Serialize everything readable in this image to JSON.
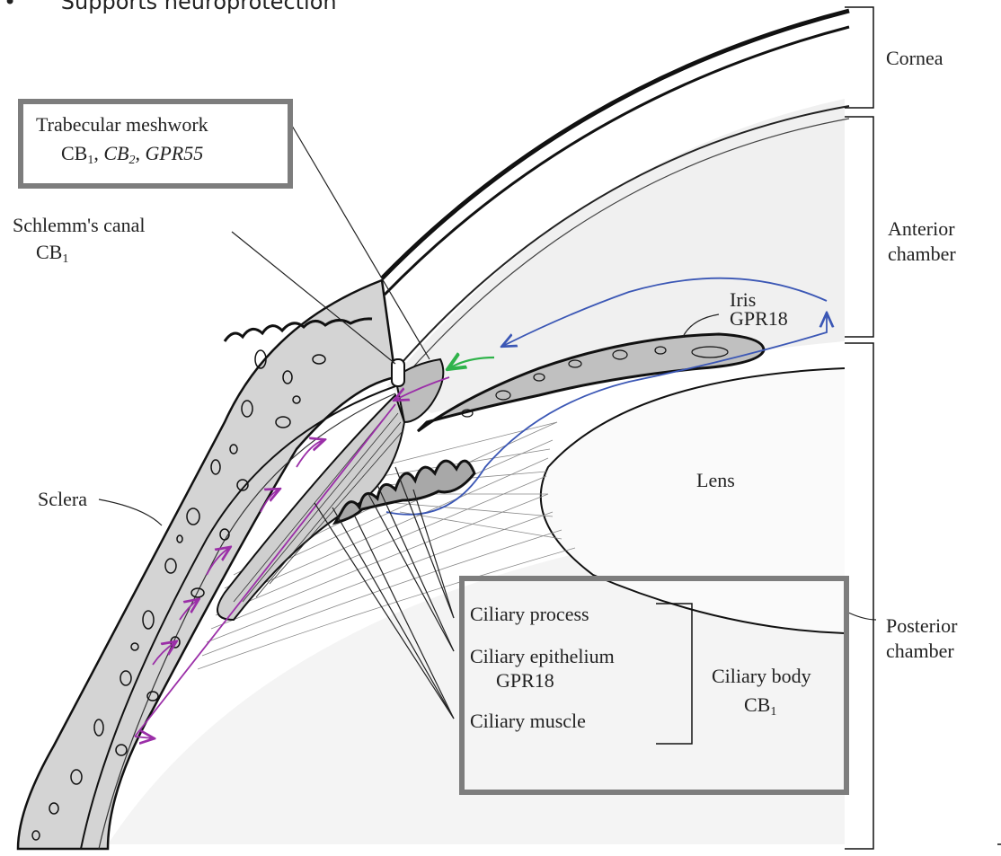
{
  "slide": {
    "bullet_marker": "•",
    "bullet_text": "Supports neuroprotection"
  },
  "labels": {
    "cornea": "Cornea",
    "anterior_chamber_1": "Anterior",
    "anterior_chamber_2": "chamber",
    "posterior_chamber_1": "Posterior",
    "posterior_chamber_2": "chamber",
    "trabecular_title": "Trabecular meshwork",
    "trabecular_r1": "CB",
    "trabecular_r1_sub": "1",
    "trabecular_r2": "CB",
    "trabecular_r2_sub": "2",
    "trabecular_r3": "GPR55",
    "schlemm_title": "Schlemm's canal",
    "schlemm_rec": "CB",
    "schlemm_rec_sub": "1",
    "iris": "Iris",
    "iris_rec": "GPR18",
    "lens": "Lens",
    "sclera": "Sclera",
    "ciliary_process": "Ciliary process",
    "ciliary_epithelium": "Ciliary epithelium",
    "ciliary_epithelium_rec": "GPR18",
    "ciliary_muscle": "Ciliary muscle",
    "ciliary_body": "Ciliary body",
    "ciliary_body_rec": "CB",
    "ciliary_body_rec_sub": "1"
  },
  "colors": {
    "highlight_box": "#7d7d7d",
    "flow_blue": "#3b57b5",
    "flow_green": "#2fb34a",
    "flow_purple": "#9b2fa8",
    "tissue_fill": "#d4d4d4"
  }
}
